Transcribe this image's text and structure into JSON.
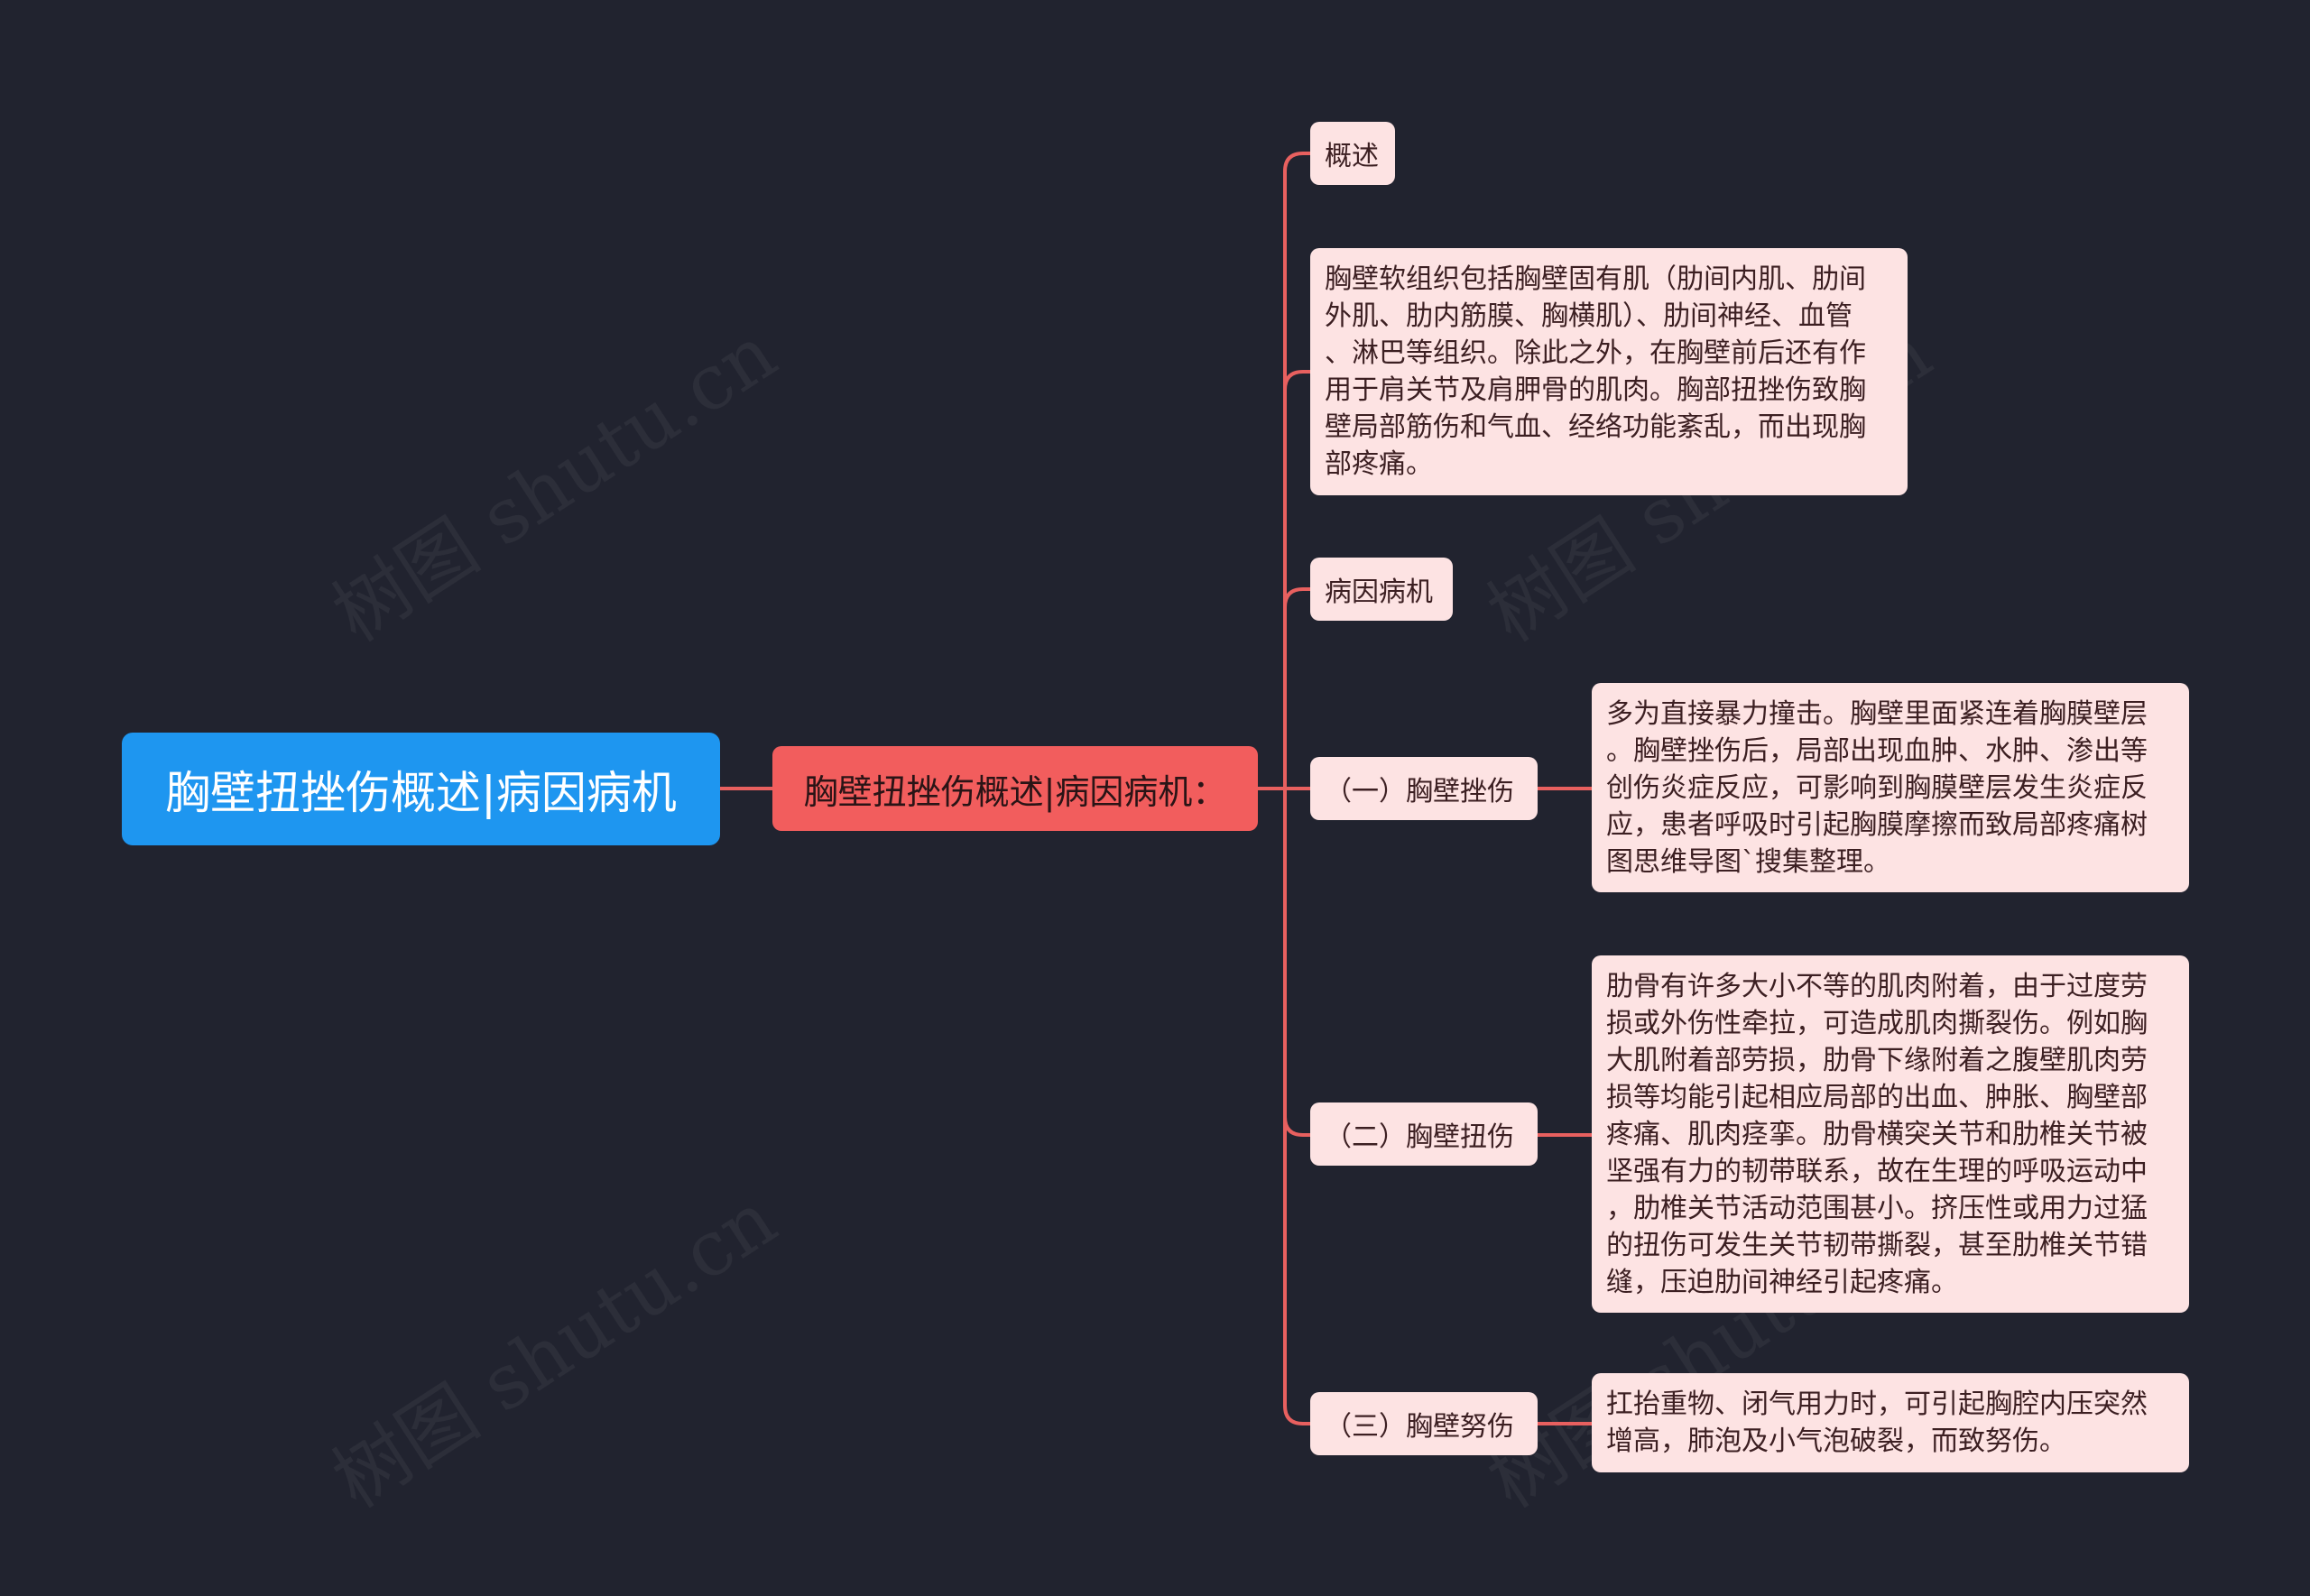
{
  "root": {
    "label": "胸壁扭挫伤概述|病因病机"
  },
  "main": {
    "label": "胸壁扭挫伤概述|病因病机："
  },
  "branches": {
    "overview": {
      "label": "概述"
    },
    "overview_text": {
      "text": "胸壁软组织包括胸壁固有肌（肋间内肌、肋间\n外肌、肋内筋膜、胸横肌）、肋间神经、血管\n、淋巴等组织。除此之外，在胸壁前后还有作\n用于肩关节及肩胛骨的肌肉。胸部扭挫伤致胸\n壁局部筋伤和气血、经络功能紊乱，而出现胸\n部疼痛。"
    },
    "etiology": {
      "label": "病因病机"
    },
    "contusion": {
      "label": "（一）胸壁挫伤",
      "detail": "多为直接暴力撞击。胸壁里面紧连着胸膜壁层\n。胸壁挫伤后，局部出现血肿、水肿、渗出等\n创伤炎症反应，可影响到胸膜壁层发生炎症反\n应，患者呼吸时引起胸膜摩擦而致局部疼痛树\n图思维导图`搜集整理。"
    },
    "sprain": {
      "label": "（二）胸壁扭伤",
      "detail": "肋骨有许多大小不等的肌肉附着，由于过度劳\n损或外伤性牵拉，可造成肌肉撕裂伤。例如胸\n大肌附着部劳损，肋骨下缘附着之腹壁肌肉劳\n损等均能引起相应局部的出血、肿胀、胸壁部\n疼痛、肌肉痉挛。肋骨横突关节和肋椎关节被\n坚强有力的韧带联系，故在生理的呼吸运动中\n，肋椎关节活动范围甚小。挤压性或用力过猛\n的扭伤可发生关节韧带撕裂，甚至肋椎关节错\n缝，压迫肋间神经引起疼痛。"
    },
    "strain": {
      "label": "（三）胸壁努伤",
      "detail": "扛抬重物、闭气用力时，可引起胸腔内压突然\n增高，肺泡及小气泡破裂，而致努伤。"
    }
  },
  "watermark": "树图 shutu.cn",
  "colors": {
    "background": "#21232f",
    "root": "#1e96f0",
    "main": "#f25d5d",
    "leaf": "#fde3e3",
    "line": "#e8605f"
  }
}
